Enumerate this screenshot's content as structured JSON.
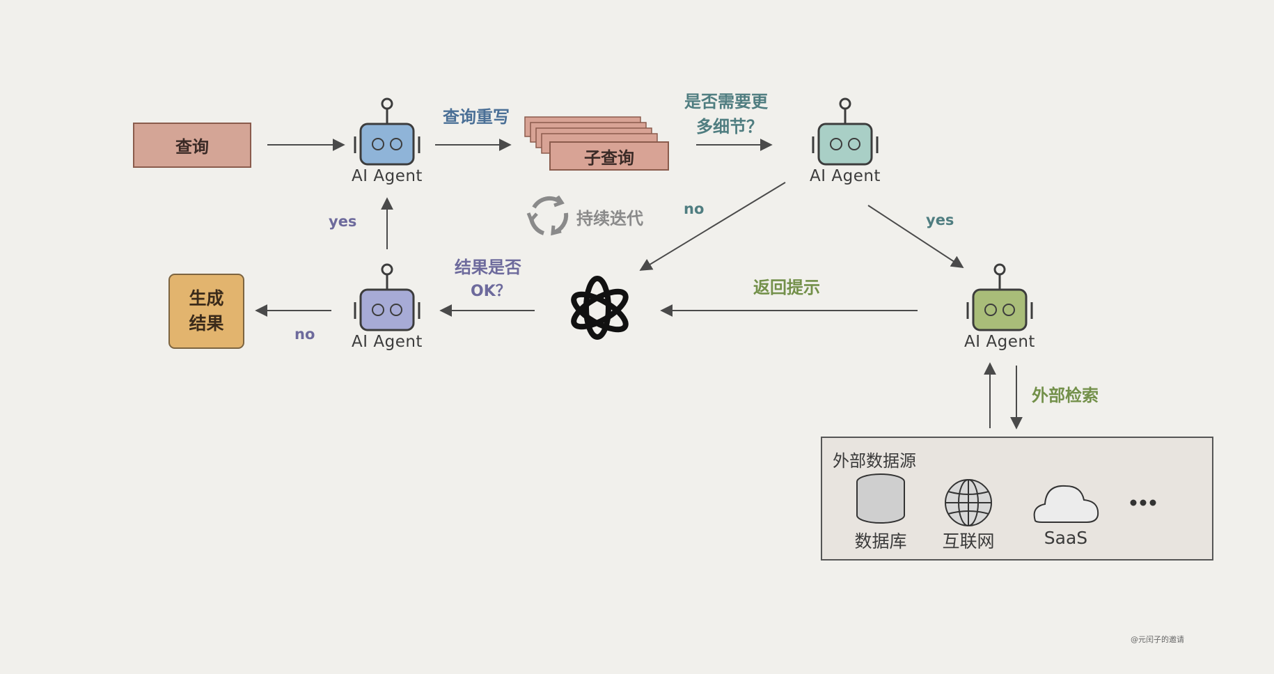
{
  "colors": {
    "background": "#f1f0ec",
    "query_box": "#d4a596",
    "subquery_box": "#d8a395",
    "result_box": "#e2b46e",
    "agent1": "#8fb4d8",
    "agent2": "#a9cfc6",
    "agent3": "#a7abd6",
    "agent4": "#a9bd79",
    "arrow": "#4a4a4a",
    "blue_text": "#4a6f96",
    "teal_text": "#4f7d80",
    "purple_text": "#6d6a9c",
    "green_text": "#73904a",
    "gray_text": "#8a8a8a"
  },
  "nodes": {
    "query": "查询",
    "subquery": "子查询",
    "result_line1": "生成",
    "result_line2": "结果",
    "agent_label": "AI Agent"
  },
  "edges": {
    "rewrite": "查询重写",
    "need_detail_1": "是否需要更",
    "need_detail_2": "多细节？",
    "no_top": "no",
    "yes_right": "yes",
    "return_hint": "返回提示",
    "result_ok_1": "结果是否",
    "result_ok_2": "OK？",
    "yes_left": "yes",
    "no_left": "no",
    "external_search": "外部检索",
    "iterate": "持续迭代"
  },
  "sources": {
    "title": "外部数据源",
    "items": [
      {
        "label": "数据库",
        "icon": "database-icon"
      },
      {
        "label": "互联网",
        "icon": "globe-icon"
      },
      {
        "label": "SaaS",
        "icon": "cloud-icon"
      },
      {
        "label": "",
        "icon": "ellipsis-icon"
      }
    ]
  },
  "watermark": "@元闰子的邀请"
}
